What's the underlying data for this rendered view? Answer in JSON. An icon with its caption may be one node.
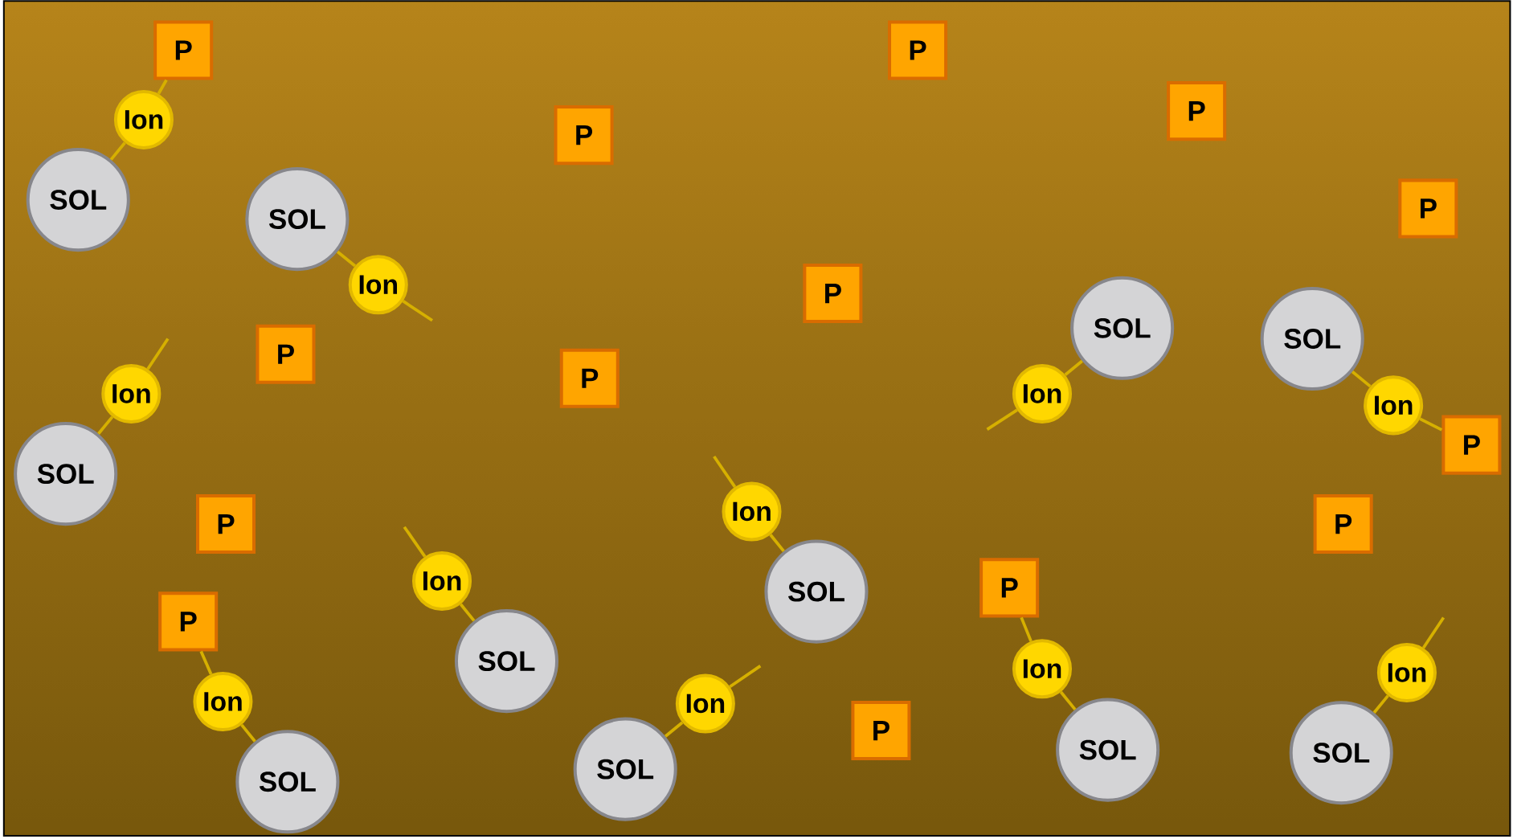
{
  "diagram": {
    "nodes": [
      {
        "text": [
          "P"
        ]
      },
      {
        "text": [
          "P"
        ]
      },
      {
        "text": [
          "P"
        ]
      },
      {
        "text": [
          "Ion"
        ]
      },
      {
        "text": [
          "P"
        ]
      },
      {
        "text": [
          "SOL"
        ]
      },
      {
        "text": [
          "P"
        ]
      },
      {
        "text": [
          "SOL"
        ]
      },
      {
        "text": [
          "Ion"
        ]
      },
      {
        "text": [
          "P"
        ]
      },
      {
        "text": [
          "SOL"
        ]
      },
      {
        "text": [
          "SOL"
        ]
      },
      {
        "text": [
          "P"
        ]
      },
      {
        "text": [
          "P"
        ]
      },
      {
        "text": [
          "Ion"
        ]
      },
      {
        "text": [
          "Ion"
        ]
      },
      {
        "text": [
          "Ion"
        ]
      },
      {
        "text": [
          "P"
        ]
      },
      {
        "text": [
          "SOL"
        ]
      },
      {
        "text": [
          "Ion"
        ]
      },
      {
        "text": [
          "P"
        ]
      },
      {
        "text": [
          "P"
        ]
      },
      {
        "text": [
          "Ion"
        ]
      },
      {
        "text": [
          "P"
        ]
      },
      {
        "text": [
          "SOL"
        ]
      },
      {
        "text": [
          "P"
        ]
      },
      {
        "text": [
          "SOL"
        ]
      },
      {
        "text": [
          "Ion"
        ]
      },
      {
        "text": [
          "Ion"
        ]
      },
      {
        "text": [
          "Ion"
        ]
      },
      {
        "text": [
          "Ion"
        ]
      },
      {
        "text": [
          "P"
        ]
      },
      {
        "text": [
          "SOL"
        ]
      },
      {
        "text": [
          "SOL"
        ]
      },
      {
        "text": [
          "SOL"
        ]
      },
      {
        "text": [
          "SOL"
        ]
      }
    ],
    "edges": [
      {
        "from": 5,
        "to": 3,
        "arrow": "none"
      },
      {
        "from": 3,
        "to": 0,
        "arrow": "none"
      },
      {
        "from": 7,
        "to": 8,
        "arrow": "none"
      },
      {
        "from": 8,
        "to": null,
        "arrow": "none"
      },
      {
        "from": 18,
        "to": 14,
        "arrow": "none"
      },
      {
        "from": 14,
        "to": null,
        "arrow": "none"
      },
      {
        "from": 10,
        "to": 15,
        "arrow": "none"
      },
      {
        "from": 15,
        "to": null,
        "arrow": "none"
      },
      {
        "from": 11,
        "to": 16,
        "arrow": "none"
      },
      {
        "from": 16,
        "to": 17,
        "arrow": "none"
      },
      {
        "from": 24,
        "to": 19,
        "arrow": "none"
      },
      {
        "from": 19,
        "to": null,
        "arrow": "none"
      },
      {
        "from": 26,
        "to": 22,
        "arrow": "none"
      },
      {
        "from": 22,
        "to": null,
        "arrow": "none"
      },
      {
        "from": 35,
        "to": 29,
        "arrow": "none"
      },
      {
        "from": 29,
        "to": 25,
        "arrow": "none"
      },
      {
        "from": 34,
        "to": 30,
        "arrow": "none"
      },
      {
        "from": 30,
        "to": null,
        "arrow": "none"
      },
      {
        "from": 32,
        "to": 27,
        "arrow": "none"
      },
      {
        "from": 27,
        "to": 23,
        "arrow": "none"
      },
      {
        "from": 33,
        "to": 28,
        "arrow": "none"
      },
      {
        "from": 28,
        "to": null,
        "arrow": "none"
      }
    ]
  }
}
